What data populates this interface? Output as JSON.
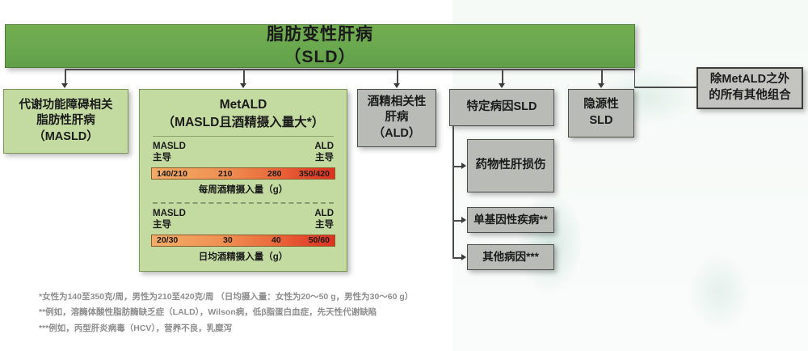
{
  "diagram": {
    "title_box": {
      "line1": "脂肪变性肝病",
      "line2": "（SLD）"
    },
    "categories": [
      {
        "id": "masld",
        "label": "代谢功能障碍相关脂肪性肝病（MASLD）"
      },
      {
        "id": "metald",
        "title_line1": "MetALD",
        "title_line2": "（MASLD且酒精摄入量大*）"
      },
      {
        "id": "ald",
        "label": "酒精相关性肝病（ALD）"
      },
      {
        "id": "specific",
        "label": "特定病因SLD"
      },
      {
        "id": "cryptogenic",
        "label": "隐源性SLD"
      }
    ],
    "metald_scales": [
      {
        "left_pole_line1": "MASLD",
        "left_pole_line2": "主导",
        "right_pole_line1": "ALD",
        "right_pole_line2": "主导",
        "ticks": [
          "140/210",
          "210",
          "280",
          "350/420"
        ],
        "caption": "每周酒精摄入量（g）"
      },
      {
        "left_pole_line1": "MASLD",
        "left_pole_line2": "主导",
        "right_pole_line1": "ALD",
        "right_pole_line2": "主导",
        "ticks": [
          "20/30",
          "30",
          "40",
          "50/60"
        ],
        "caption": "日均酒精摄入量（g）"
      }
    ],
    "specific_children": [
      {
        "label": "药物性肝损伤"
      },
      {
        "label": "单基因性疾病**"
      },
      {
        "label": "其他病因***"
      }
    ],
    "side_note_box": {
      "line1": "除MetALD之外",
      "line2": "的所有其他组合"
    },
    "footnotes": [
      "*女性为140至350克/周，男性为210至420克/周 （日均摄入量：女性为20～50 g，男性为30～60 g）",
      "**例如，溶酶体酸性脂肪酶缺乏症（LALD），Wilson病，低β脂蛋白血症，先天性代谢缺陷",
      "***例如，丙型肝炎病毒（HCV），营养不良，乳糜泻"
    ],
    "colors": {
      "banner_green": "#6aa84f",
      "light_green": "#c3dba0",
      "grey_box": "#b9bcb6",
      "gradient_start": "#f3ab6a",
      "gradient_end": "#dd3322"
    }
  }
}
